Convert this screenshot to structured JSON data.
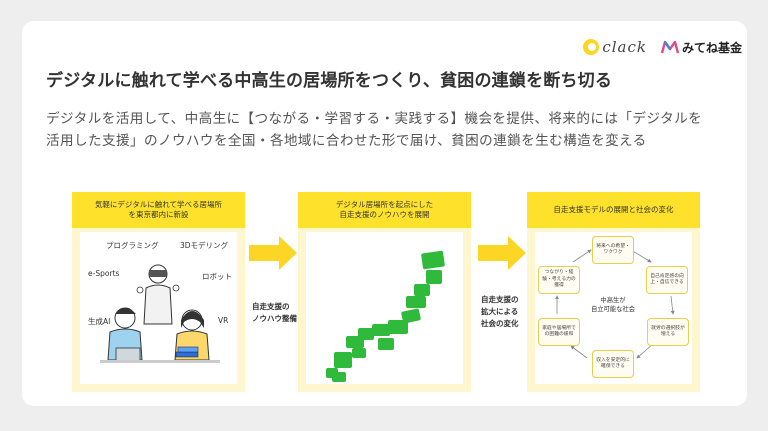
{
  "logos": {
    "clack_wordmark": "clack",
    "mitene_wordmark": "みてね基金"
  },
  "headline": "デジタルに触れて学べる中高生の居場所をつくり、貧困の連鎖を断ち切る",
  "body_text": "デジタルを活用して、中高生に【つながる・学習する・実践する】機会を提供、将来的には「デジタルを活用した支援」のノウハウを全国・各地域に合わせた形で届け、貧困の連鎖を生む構造を変える",
  "panel1": {
    "title_line1": "気軽にデジタルに触れて学べる居場所",
    "title_line2": "を東京都内に新設",
    "labels": {
      "programming": "プログラミング",
      "modeling3d": "3Dモデリング",
      "esports": "e-Sports",
      "robot": "ロボット",
      "gen_ai": "生成AI",
      "vr": "VR"
    }
  },
  "arrow1": {
    "line1": "自走支援の",
    "line2": "ノウハウ整備"
  },
  "panel2": {
    "title_line1": "デジタル居場所を起点にした",
    "title_line2": "自走支援のノウハウを展開"
  },
  "arrow2": {
    "line1": "自走支援の",
    "line2": "拡大による",
    "line3": "社会の変化"
  },
  "panel3": {
    "title": "自走支援モデルの展開と社会の変化",
    "center_line1": "中高生が",
    "center_line2": "自立可能な社会",
    "nodes": [
      "将来への希望・ワクワク",
      "自己肯定感の向上・自信できる",
      "就労の選択肢が増える",
      "収入を安定的に確保できる",
      "家庭や居場所での困難の緩和",
      "つながり・経験・考える力の獲得"
    ]
  },
  "colors": {
    "accent_yellow": "#fde12a",
    "panel_bg": "#fdf6cf",
    "map_green": "#2fba3c",
    "arrow_yellow": "#fcd525"
  }
}
